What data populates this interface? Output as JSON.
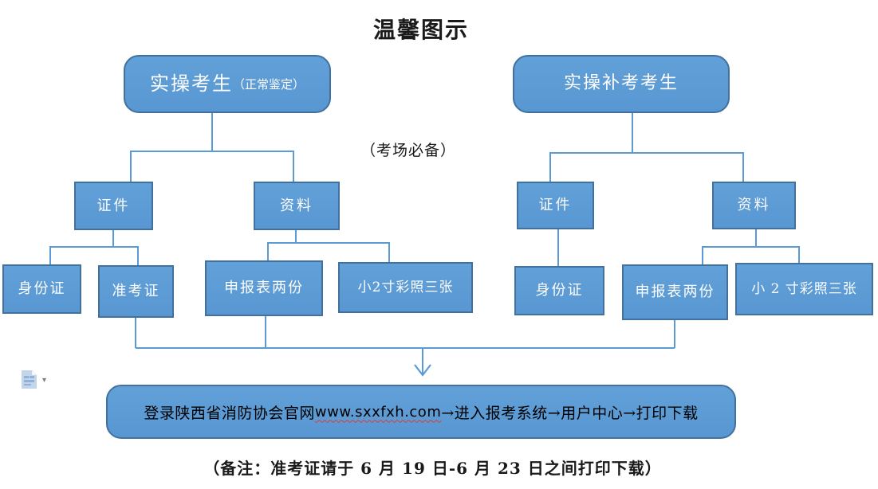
{
  "title": "温馨图示",
  "annotation": "（考场必备）",
  "flow": {
    "left": {
      "root_main": "实操考生",
      "root_sub": "（正常鉴定）",
      "cert": "证件",
      "material": "资料",
      "id_card": "身份证",
      "admission_ticket": "准考证",
      "application_form": "申报表两份",
      "photos": "小2寸彩照三张"
    },
    "right": {
      "root_main": "实操补考考生",
      "cert": "证件",
      "material": "资料",
      "id_card": "身份证",
      "application_form": "申报表两份",
      "photos": "小 2 寸彩照三张"
    }
  },
  "result": {
    "prefix": "登录陕西省消防协会官网 ",
    "url": "www.sxxfxh.com",
    "suffix": "→进入报考系统→用户中心→打印下载"
  },
  "note": "（备注：准考证请于 6 月 19 日-6 月 23 日之间打印下载）",
  "icons": {
    "paste_options": "paste-options",
    "dropdown_glyph": "▾"
  },
  "colors": {
    "box_fill": "#5B9BD5",
    "box_border": "#41719C",
    "connector": "#5B9BD5",
    "node_text": "#FFFFFF",
    "body_text": "#000000",
    "spellcheck_underline": "#FF0000"
  }
}
